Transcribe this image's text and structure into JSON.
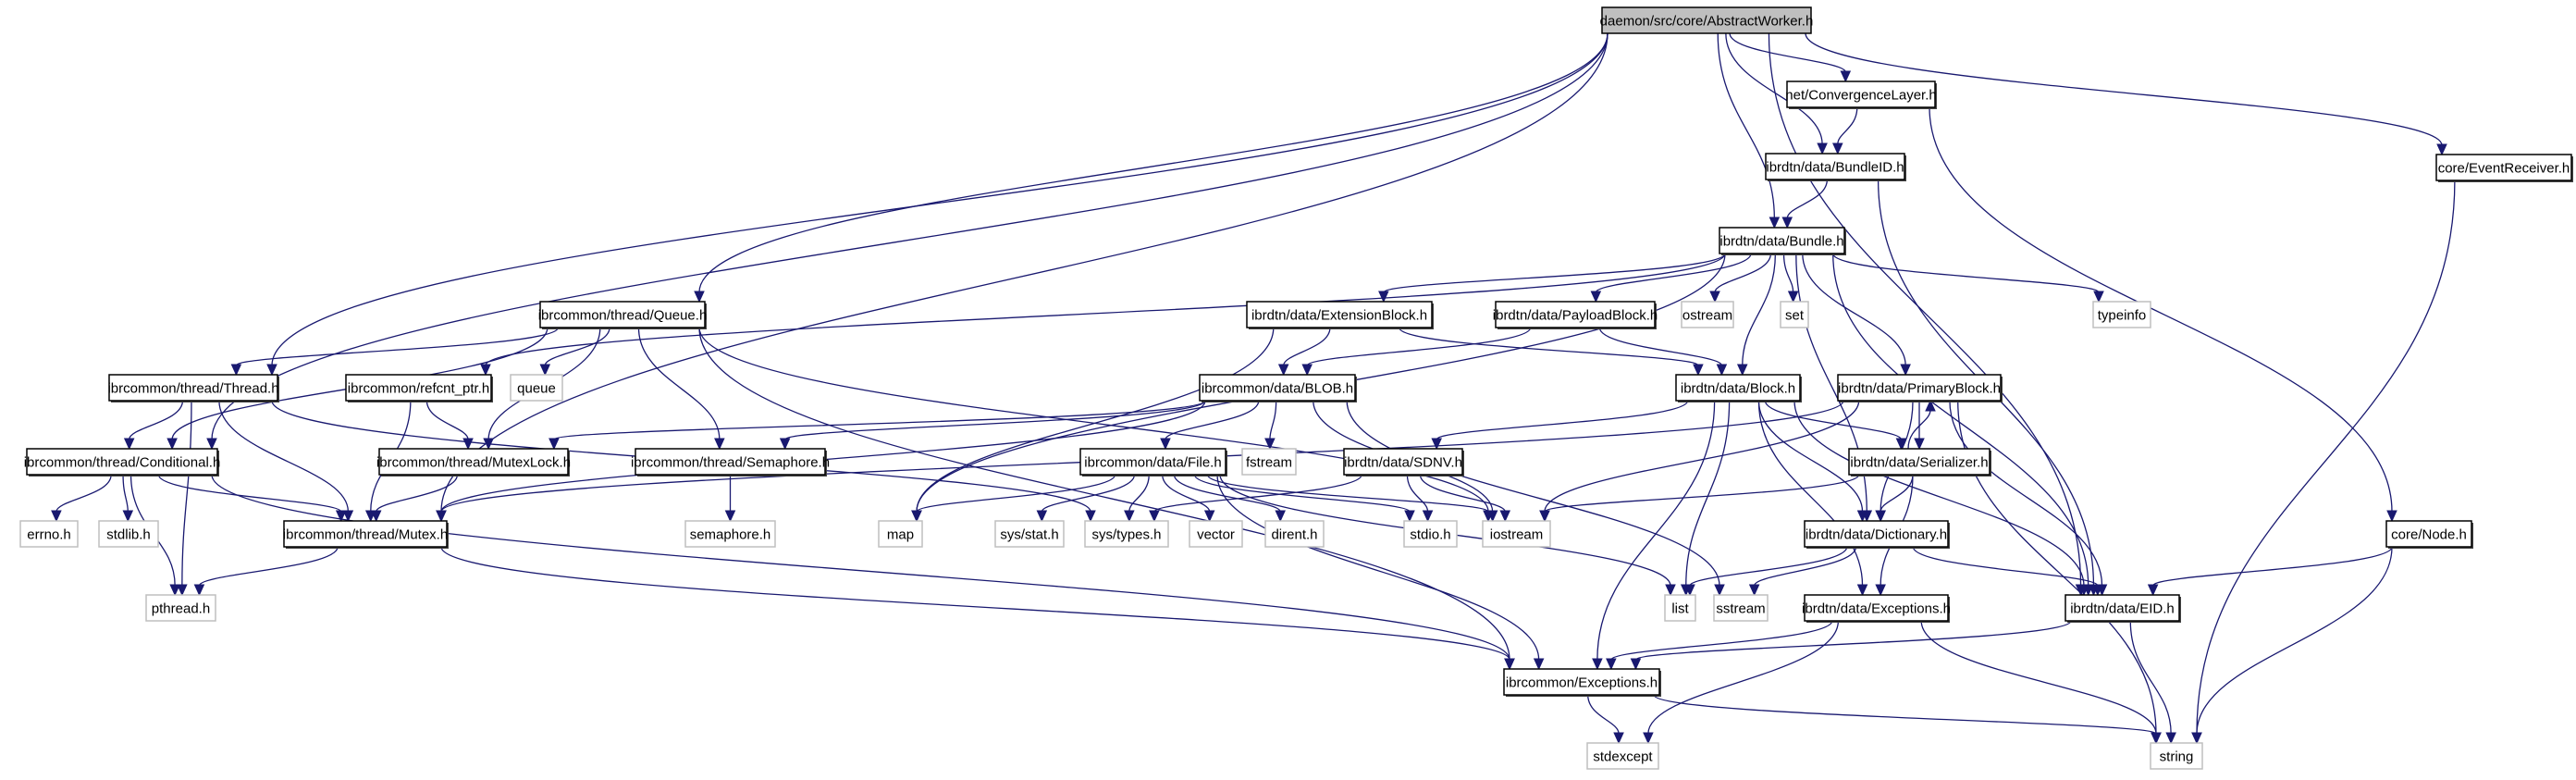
{
  "title": "daemon/src/core/AbstractWorker.h",
  "colors": {
    "edge": "#191970",
    "root_fill": "#bfbfbf",
    "project_border": "#000000",
    "system_border": "#bfbfbf"
  },
  "nodes": [
    {
      "id": "aw",
      "label": "daemon/src/core/AbstractWorker.h",
      "kind": "root"
    },
    {
      "id": "cl",
      "label": "net/ConvergenceLayer.h",
      "kind": "proj"
    },
    {
      "id": "bid",
      "label": "ibrdtn/data/BundleID.h",
      "kind": "proj"
    },
    {
      "id": "er",
      "label": "core/EventReceiver.h",
      "kind": "proj"
    },
    {
      "id": "bundle",
      "label": "ibrdtn/data/Bundle.h",
      "kind": "proj"
    },
    {
      "id": "queue",
      "label": "ibrcommon/thread/Queue.h",
      "kind": "proj"
    },
    {
      "id": "ext",
      "label": "ibrdtn/data/ExtensionBlock.h",
      "kind": "proj"
    },
    {
      "id": "payload",
      "label": "ibrdtn/data/PayloadBlock.h",
      "kind": "proj"
    },
    {
      "id": "ostream",
      "label": "ostream",
      "kind": "sys"
    },
    {
      "id": "set",
      "label": "set",
      "kind": "sys"
    },
    {
      "id": "typeinfo",
      "label": "typeinfo",
      "kind": "sys"
    },
    {
      "id": "thread",
      "label": "ibrcommon/thread/Thread.h",
      "kind": "proj"
    },
    {
      "id": "refcnt",
      "label": "ibrcommon/refcnt_ptr.h",
      "kind": "proj"
    },
    {
      "id": "queue_s",
      "label": "queue",
      "kind": "sys"
    },
    {
      "id": "blob",
      "label": "ibrcommon/data/BLOB.h",
      "kind": "proj"
    },
    {
      "id": "block",
      "label": "ibrdtn/data/Block.h",
      "kind": "proj"
    },
    {
      "id": "primary",
      "label": "ibrdtn/data/PrimaryBlock.h",
      "kind": "proj"
    },
    {
      "id": "cond",
      "label": "ibrcommon/thread/Conditional.h",
      "kind": "proj"
    },
    {
      "id": "mlock",
      "label": "ibrcommon/thread/MutexLock.h",
      "kind": "proj"
    },
    {
      "id": "sema",
      "label": "ibrcommon/thread/Semaphore.h",
      "kind": "proj"
    },
    {
      "id": "file",
      "label": "ibrcommon/data/File.h",
      "kind": "proj"
    },
    {
      "id": "fstream",
      "label": "fstream",
      "kind": "sys"
    },
    {
      "id": "sdnv",
      "label": "ibrdtn/data/SDNV.h",
      "kind": "proj"
    },
    {
      "id": "serial",
      "label": "ibrdtn/data/Serializer.h",
      "kind": "proj"
    },
    {
      "id": "errno",
      "label": "errno.h",
      "kind": "sys"
    },
    {
      "id": "stdlib",
      "label": "stdlib.h",
      "kind": "sys"
    },
    {
      "id": "mutex",
      "label": "ibrcommon/thread/Mutex.h",
      "kind": "proj"
    },
    {
      "id": "semah",
      "label": "semaphore.h",
      "kind": "sys"
    },
    {
      "id": "map",
      "label": "map",
      "kind": "sys"
    },
    {
      "id": "sysstat",
      "label": "sys/stat.h",
      "kind": "sys"
    },
    {
      "id": "systypes",
      "label": "sys/types.h",
      "kind": "sys"
    },
    {
      "id": "vector",
      "label": "vector",
      "kind": "sys"
    },
    {
      "id": "dirent",
      "label": "dirent.h",
      "kind": "sys"
    },
    {
      "id": "stdio",
      "label": "stdio.h",
      "kind": "sys"
    },
    {
      "id": "iostream",
      "label": "iostream",
      "kind": "sys"
    },
    {
      "id": "dict",
      "label": "ibrdtn/data/Dictionary.h",
      "kind": "proj"
    },
    {
      "id": "node",
      "label": "core/Node.h",
      "kind": "proj"
    },
    {
      "id": "pthread",
      "label": "pthread.h",
      "kind": "sys"
    },
    {
      "id": "list",
      "label": "list",
      "kind": "sys"
    },
    {
      "id": "sstream",
      "label": "sstream",
      "kind": "sys"
    },
    {
      "id": "dexc",
      "label": "ibrdtn/data/Exceptions.h",
      "kind": "proj"
    },
    {
      "id": "eid",
      "label": "ibrdtn/data/EID.h",
      "kind": "proj"
    },
    {
      "id": "cexc",
      "label": "ibrcommon/Exceptions.h",
      "kind": "proj"
    },
    {
      "id": "stdexcept",
      "label": "stdexcept",
      "kind": "sys"
    },
    {
      "id": "string",
      "label": "string",
      "kind": "sys"
    }
  ],
  "edges": [
    [
      "aw",
      "cl"
    ],
    [
      "aw",
      "bid"
    ],
    [
      "aw",
      "er"
    ],
    [
      "aw",
      "bundle"
    ],
    [
      "aw",
      "queue"
    ],
    [
      "aw",
      "thread"
    ],
    [
      "aw",
      "cond"
    ],
    [
      "aw",
      "mutex"
    ],
    [
      "aw",
      "eid"
    ],
    [
      "cl",
      "bid"
    ],
    [
      "cl",
      "node"
    ],
    [
      "bid",
      "bundle"
    ],
    [
      "bid",
      "eid"
    ],
    [
      "er",
      "string"
    ],
    [
      "bundle",
      "ext"
    ],
    [
      "bundle",
      "payload"
    ],
    [
      "bundle",
      "ostream"
    ],
    [
      "bundle",
      "set"
    ],
    [
      "bundle",
      "typeinfo"
    ],
    [
      "bundle",
      "refcnt"
    ],
    [
      "bundle",
      "block"
    ],
    [
      "bundle",
      "primary"
    ],
    [
      "bundle",
      "map"
    ],
    [
      "bundle",
      "dict"
    ],
    [
      "bundle",
      "eid"
    ],
    [
      "queue",
      "thread"
    ],
    [
      "queue",
      "queue_s"
    ],
    [
      "queue",
      "cond"
    ],
    [
      "queue",
      "mlock"
    ],
    [
      "queue",
      "sema"
    ],
    [
      "queue",
      "cexc"
    ],
    [
      "queue",
      "iostream"
    ],
    [
      "ext",
      "blob"
    ],
    [
      "ext",
      "block"
    ],
    [
      "ext",
      "map"
    ],
    [
      "payload",
      "blob"
    ],
    [
      "payload",
      "block"
    ],
    [
      "thread",
      "cond"
    ],
    [
      "thread",
      "mutex"
    ],
    [
      "thread",
      "pthread"
    ],
    [
      "thread",
      "systypes"
    ],
    [
      "refcnt",
      "mlock"
    ],
    [
      "refcnt",
      "mutex"
    ],
    [
      "blob",
      "file"
    ],
    [
      "blob",
      "fstream"
    ],
    [
      "blob",
      "mlock"
    ],
    [
      "blob",
      "sema"
    ],
    [
      "blob",
      "mutex"
    ],
    [
      "blob",
      "iostream"
    ],
    [
      "blob",
      "sstream"
    ],
    [
      "block",
      "sdnv"
    ],
    [
      "block",
      "serial"
    ],
    [
      "block",
      "dict"
    ],
    [
      "block",
      "list"
    ],
    [
      "block",
      "dexc"
    ],
    [
      "block",
      "cexc"
    ],
    [
      "block",
      "eid"
    ],
    [
      "primary",
      "serial"
    ],
    [
      "primary",
      "dict"
    ],
    [
      "primary",
      "eid"
    ],
    [
      "primary",
      "string"
    ],
    [
      "primary",
      "iostream"
    ],
    [
      "primary",
      "mutex"
    ],
    [
      "serial",
      "primary"
    ],
    [
      "serial",
      "dict"
    ],
    [
      "serial",
      "dexc"
    ],
    [
      "serial",
      "iostream"
    ],
    [
      "cond",
      "errno"
    ],
    [
      "cond",
      "stdlib"
    ],
    [
      "cond",
      "pthread"
    ],
    [
      "cond",
      "mutex"
    ],
    [
      "cond",
      "cexc"
    ],
    [
      "mlock",
      "mutex"
    ],
    [
      "sema",
      "semah"
    ],
    [
      "file",
      "map"
    ],
    [
      "file",
      "sysstat"
    ],
    [
      "file",
      "systypes"
    ],
    [
      "file",
      "vector"
    ],
    [
      "file",
      "dirent"
    ],
    [
      "file",
      "stdio"
    ],
    [
      "file",
      "iostream"
    ],
    [
      "file",
      "list"
    ],
    [
      "file",
      "cexc"
    ],
    [
      "sdnv",
      "systypes"
    ],
    [
      "sdnv",
      "stdio"
    ],
    [
      "sdnv",
      "iostream"
    ],
    [
      "mutex",
      "pthread"
    ],
    [
      "mutex",
      "cexc"
    ],
    [
      "dict",
      "list"
    ],
    [
      "dict",
      "sstream"
    ],
    [
      "dict",
      "eid"
    ],
    [
      "node",
      "eid"
    ],
    [
      "node",
      "string"
    ],
    [
      "dexc",
      "cexc"
    ],
    [
      "dexc",
      "stdexcept"
    ],
    [
      "dexc",
      "string"
    ],
    [
      "eid",
      "cexc"
    ],
    [
      "eid",
      "string"
    ],
    [
      "cexc",
      "stdexcept"
    ],
    [
      "cexc",
      "string"
    ]
  ]
}
